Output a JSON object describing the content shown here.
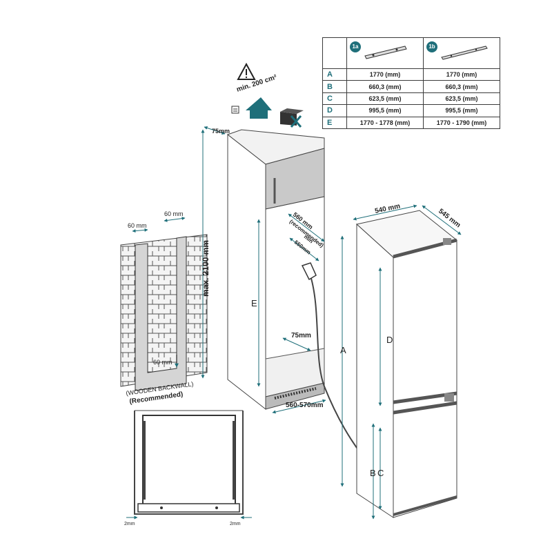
{
  "spec_table": {
    "columns": [
      {
        "badge": "1a",
        "icon": "bracket-1a-icon"
      },
      {
        "badge": "1b",
        "icon": "bracket-1b-icon"
      }
    ],
    "rows": [
      {
        "key": "A",
        "v1": "1770 (mm)",
        "v2": "1770 (mm)"
      },
      {
        "key": "B",
        "v1": "660,3 (mm)",
        "v2": "660,3 (mm)"
      },
      {
        "key": "C",
        "v1": "623,5 (mm)",
        "v2": "623,5 (mm)"
      },
      {
        "key": "D",
        "v1": "995,5 (mm)",
        "v2": "995,5 (mm)"
      },
      {
        "key": "E",
        "v1": "1770 - 1778 (mm)",
        "v2": "1770 - 1790 (mm)"
      }
    ]
  },
  "ventilation": {
    "min_area": "min. 200 cm²",
    "icons": [
      "warning-triangle-icon",
      "airflow-arrow-icon",
      "blocked-vent-icon"
    ]
  },
  "cabinet": {
    "depth_top": "75mm",
    "max_height": "max. 2100 mm",
    "niche_depth": "560 mm",
    "niche_depth_note": "(recommended)",
    "min_depth": "min",
    "min_depth_value": "550mm",
    "label_e": "E",
    "rear_gap": "75mm",
    "width_range": "560-570mm"
  },
  "backwall": {
    "slot_left": "60 mm",
    "slot_right": "60 mm",
    "slot_bottom": "60 mm",
    "caption": "(WOODEN BACKWALL)",
    "caption_note": "(Recommended)"
  },
  "fridge": {
    "width": "540 mm",
    "depth": "545 mm",
    "label_a": "A",
    "label_d": "D",
    "label_b": "B",
    "label_c": "C"
  },
  "front_view": {
    "gap_left": "2mm",
    "gap_right": "2mm"
  }
}
